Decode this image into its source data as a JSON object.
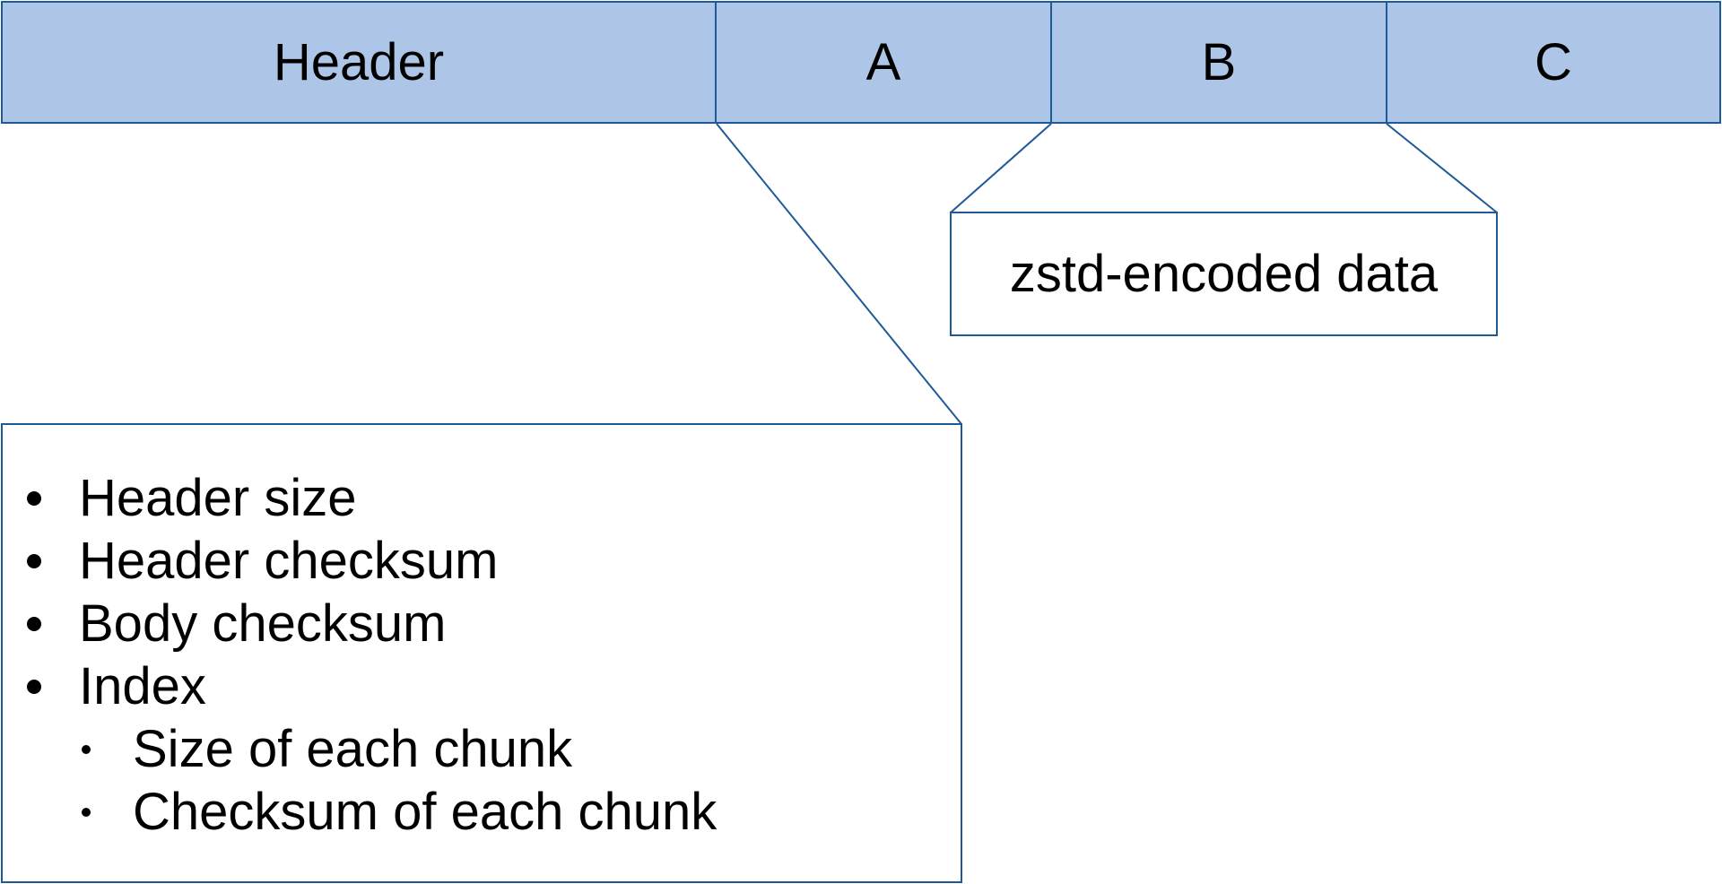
{
  "colors": {
    "band_fill": "#adc6e8",
    "line": "#1f5a96",
    "text": "#000000",
    "bullet": "#000000"
  },
  "layout_band": {
    "header_label": "Header",
    "a_label": "A",
    "b_label": "B",
    "c_label": "C"
  },
  "chunk_data_label": "zstd-encoded data",
  "header_fields": {
    "items": [
      "Header size",
      "Header checksum",
      "Body checksum",
      "Index"
    ],
    "index_subitems": [
      "Size of each chunk",
      "Checksum of each chunk"
    ]
  }
}
